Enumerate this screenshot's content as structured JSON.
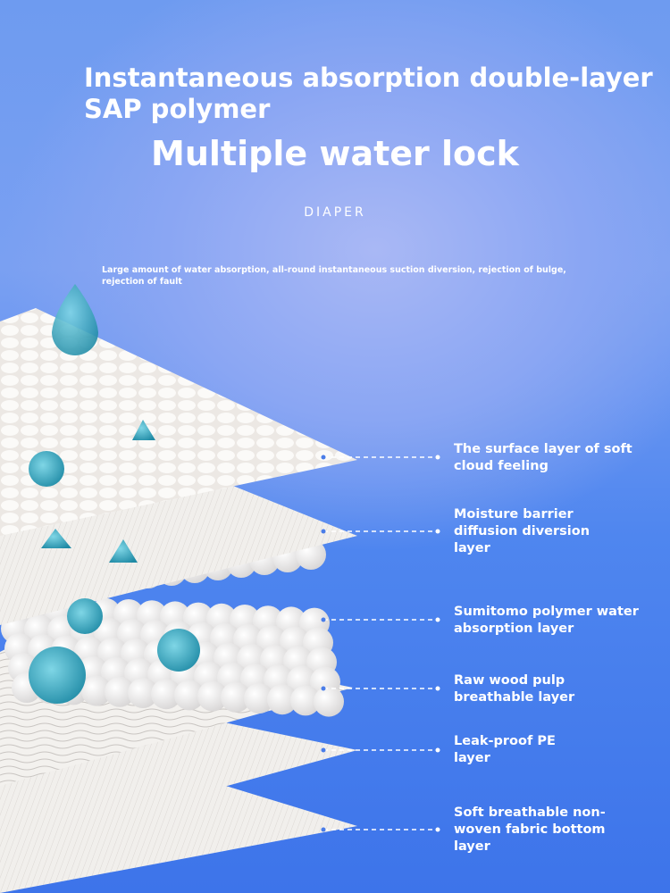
{
  "headline": "Instantaneous absorption double-layer SAP polymer",
  "title": "Multiple water lock",
  "subtitle": "DIAPER",
  "description": "Large amount of water absorption, all-round instantaneous suction diversion, rejection of bulge, rejection of fault",
  "layers": [
    {
      "label": "The surface layer of soft cloud feeling"
    },
    {
      "label": "Moisture barrier diffusion diversion layer"
    },
    {
      "label": "Sumitomo polymer water absorption layer"
    },
    {
      "label": "Raw wood pulp breathable layer"
    },
    {
      "label": "Leak-proof PE layer"
    },
    {
      "label": "Soft breathable non-woven fabric bottom layer"
    }
  ],
  "colors": {
    "water": "#2a9db5",
    "layer": "#f3f1ee"
  }
}
